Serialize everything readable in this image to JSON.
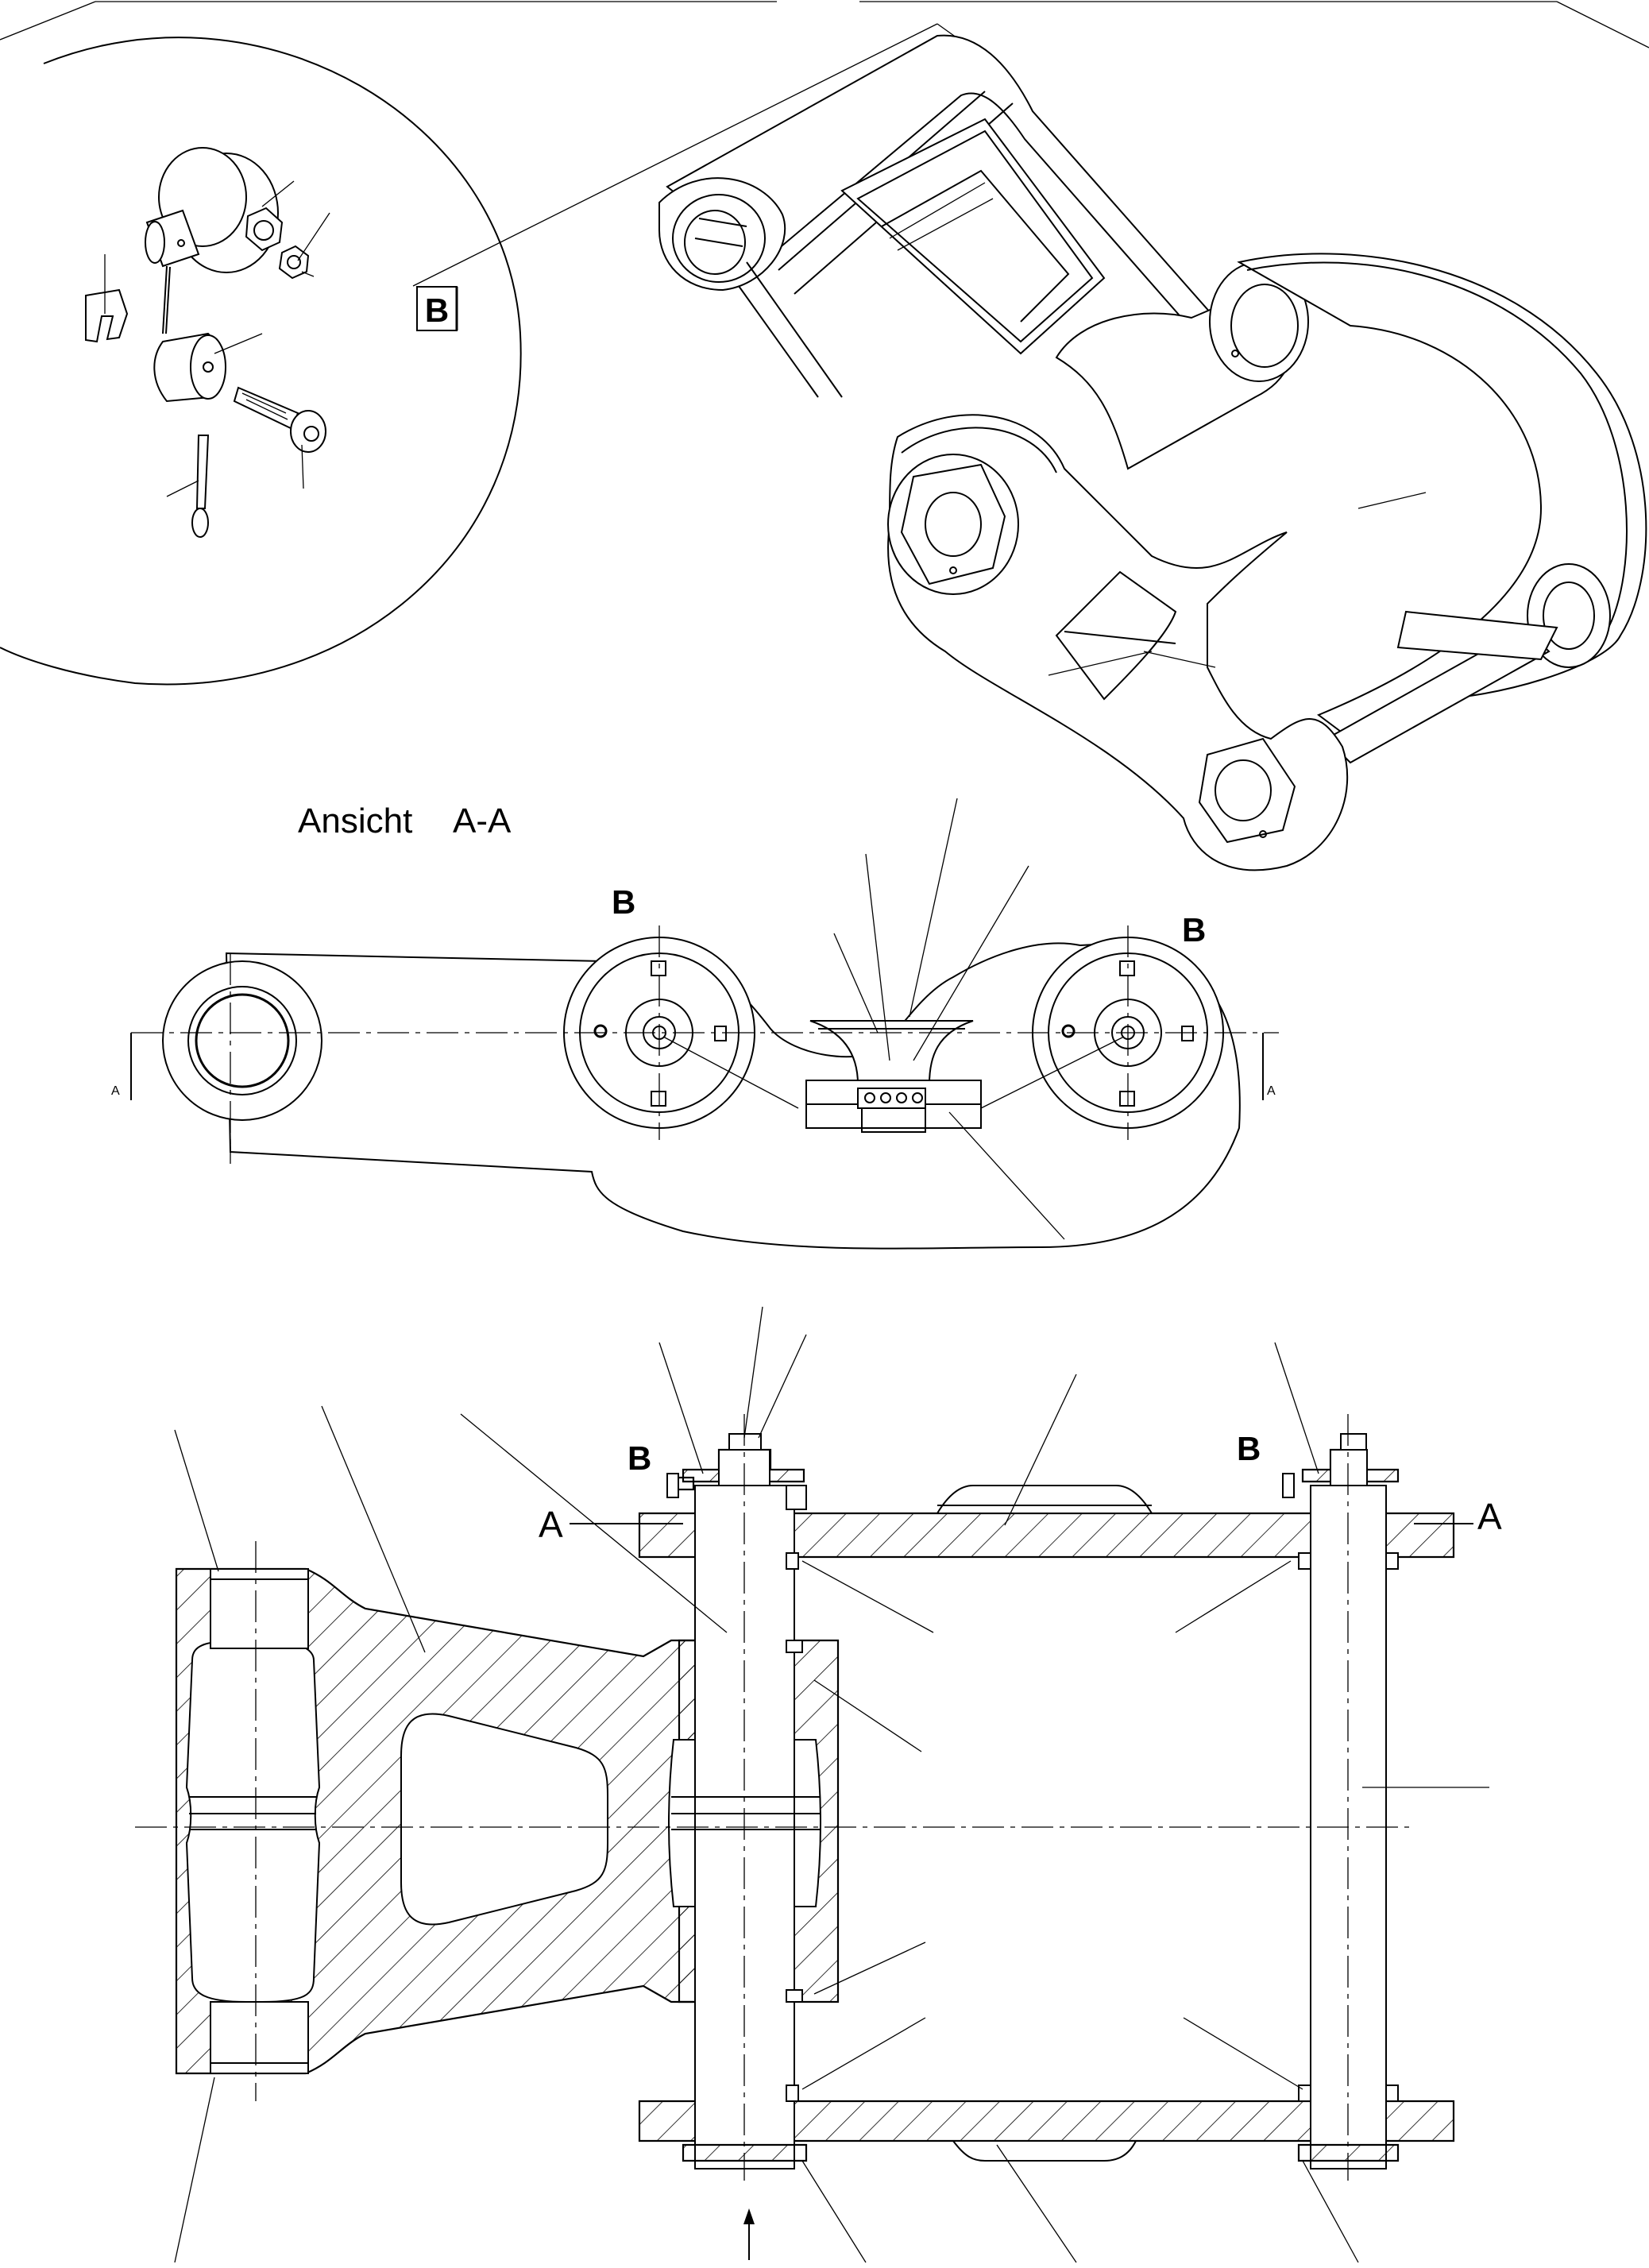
{
  "detail_view": {
    "label": "B"
  },
  "section_view": {
    "title_word": "Ansicht",
    "title_code": "A-A",
    "marker_b_left": "B",
    "marker_b_right": "B",
    "section_mark_left": "A",
    "section_mark_right": "A"
  },
  "main_section": {
    "marker_b_left": "B",
    "marker_b_right": "B",
    "cut_label_left": "A",
    "cut_label_right": "A"
  }
}
